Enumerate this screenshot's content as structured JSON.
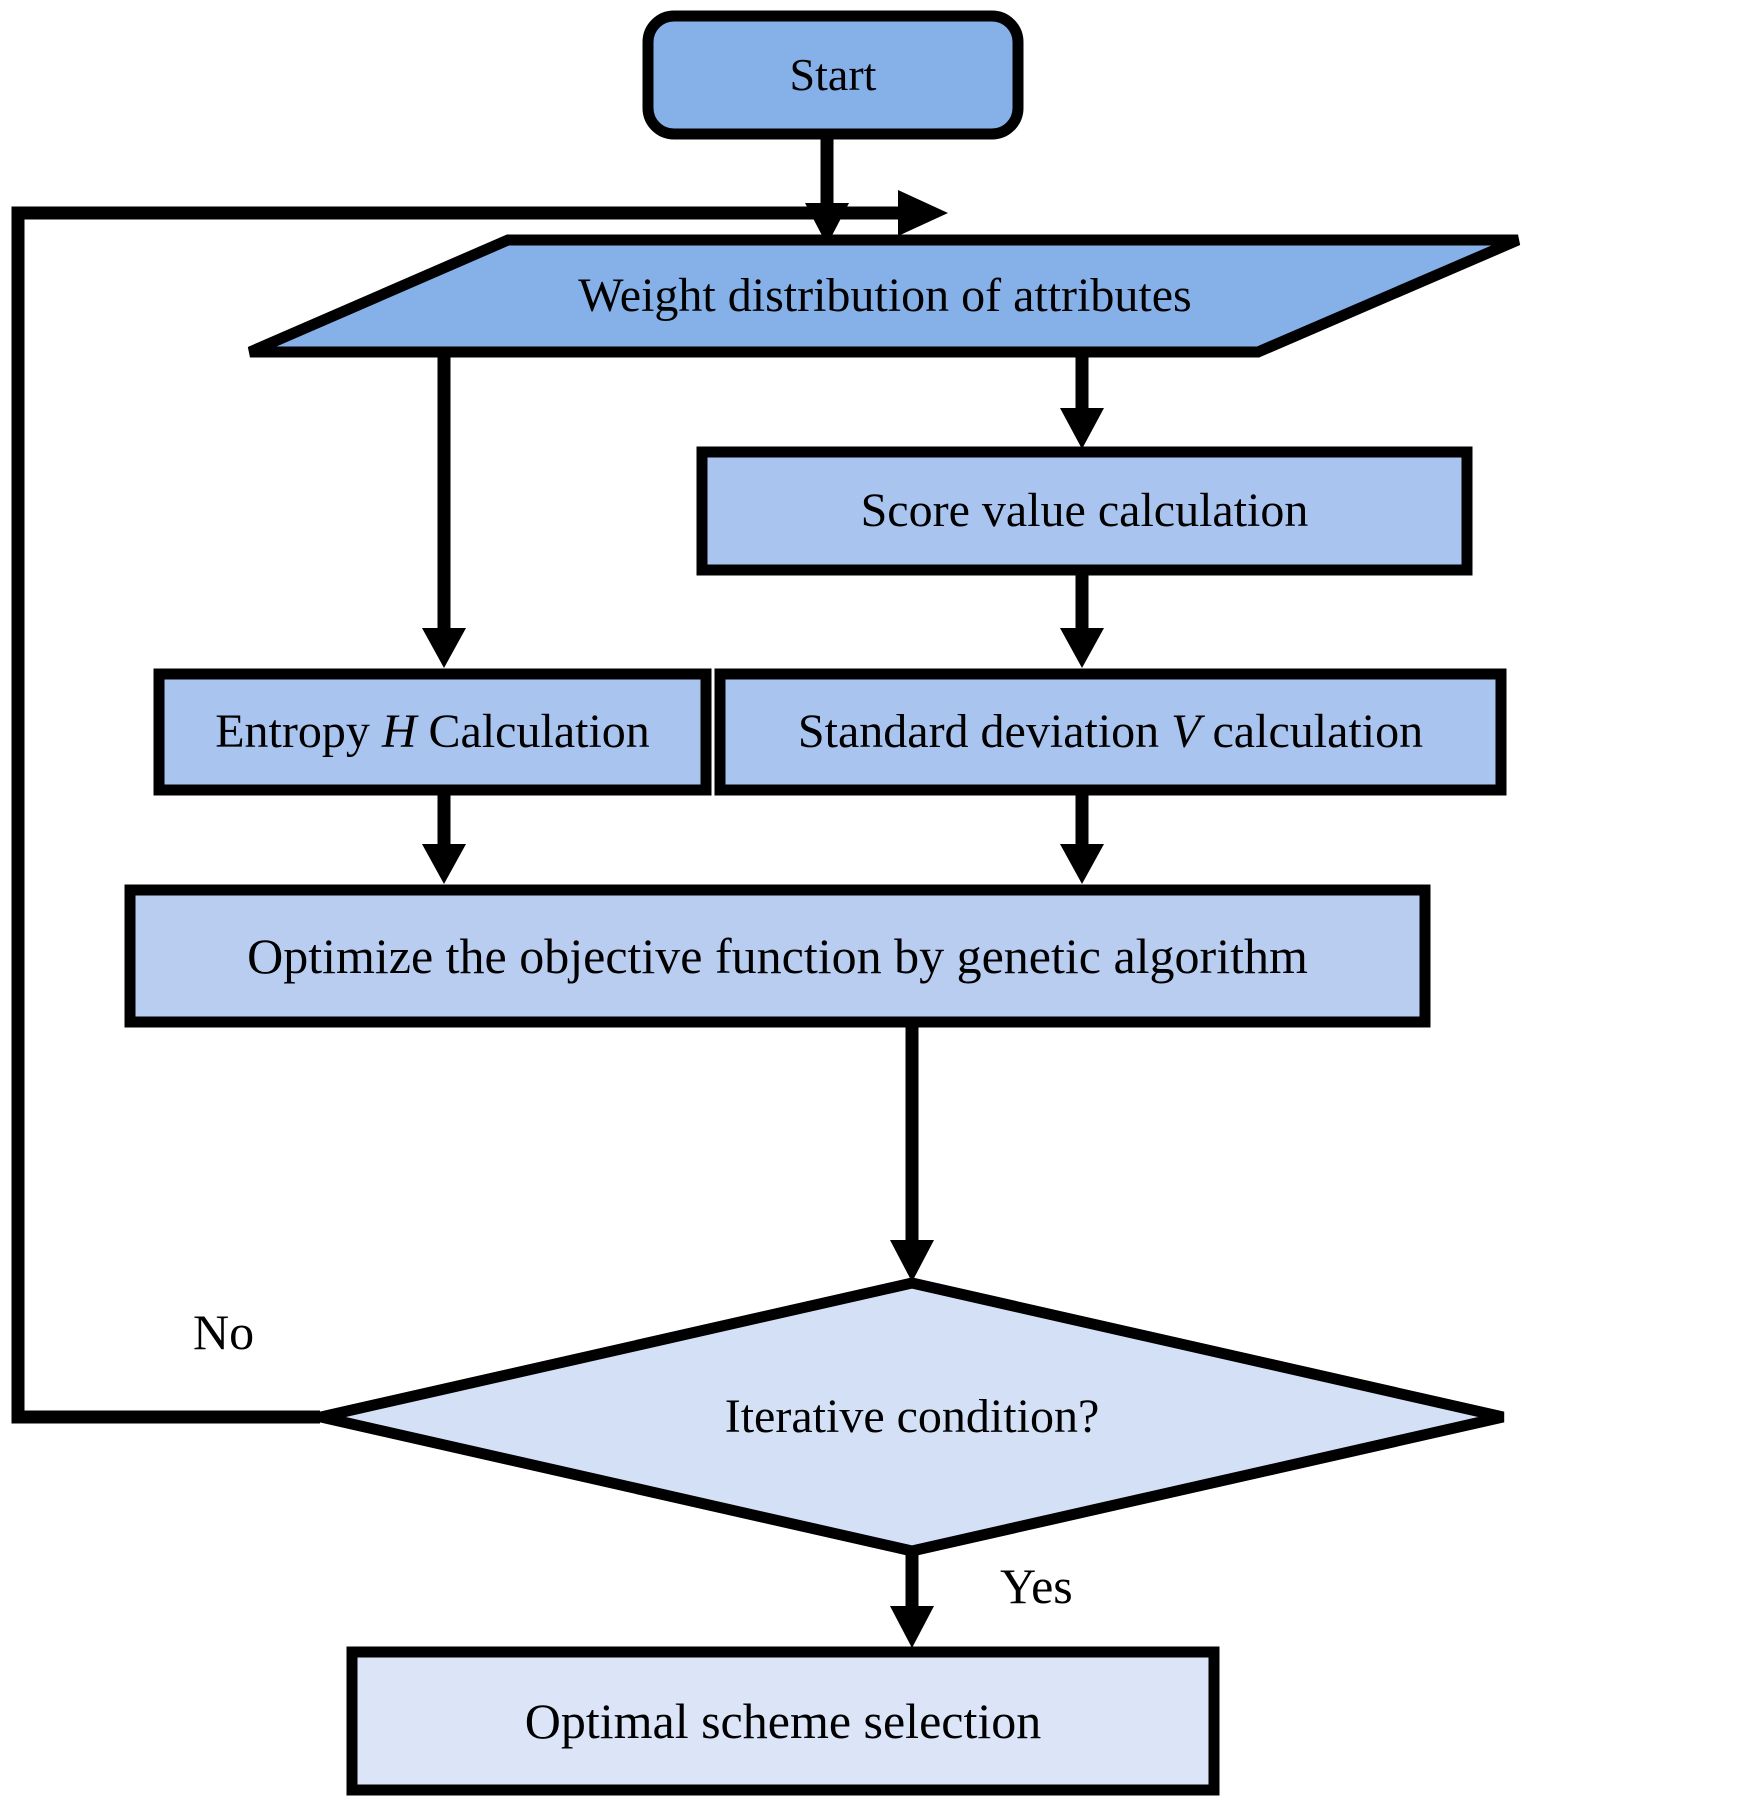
{
  "diagram": {
    "type": "flowchart",
    "title": "",
    "colors": {
      "fill_dark_blue": "#86b0e8",
      "fill_mid_blue": "#a9c4ee",
      "fill_light_blue": "#dbe5f7",
      "stroke": "#000000",
      "text": "#000000",
      "background": "#ffffff"
    },
    "nodes": [
      {
        "id": "start",
        "shape": "rounded-rectangle",
        "label": "Start",
        "fill": "#86b0e8"
      },
      {
        "id": "weight-distribution",
        "shape": "parallelogram",
        "label": "Weight distribution of attributes",
        "fill": "#86b0e8"
      },
      {
        "id": "score-value",
        "shape": "rectangle",
        "label": "Score value calculation",
        "fill": "#a9c4ee"
      },
      {
        "id": "entropy",
        "shape": "rectangle",
        "label_prefix": "Entropy ",
        "label_italic": "H",
        "label_suffix": " Calculation",
        "label": "Entropy H Calculation",
        "fill": "#a9c4ee"
      },
      {
        "id": "standard-deviation",
        "shape": "rectangle",
        "label_prefix": "Standard deviation ",
        "label_italic": "V",
        "label_suffix": " calculation",
        "label": "Standard deviation V calculation",
        "fill": "#a9c4ee"
      },
      {
        "id": "genetic-algorithm",
        "shape": "rectangle",
        "label": "Optimize the objective function by genetic algorithm",
        "fill": "#b8cdf0"
      },
      {
        "id": "iterative-condition",
        "shape": "diamond",
        "label": "Iterative condition?",
        "fill": "#d3e0f6"
      },
      {
        "id": "optimal-scheme",
        "shape": "rectangle",
        "label": "Optimal scheme selection",
        "fill": "#dbe5f7"
      }
    ],
    "edges": [
      {
        "id": "start-to-weight",
        "from": "start",
        "to": "weight-distribution",
        "label": ""
      },
      {
        "id": "weight-to-entropy",
        "from": "weight-distribution",
        "to": "entropy",
        "label": ""
      },
      {
        "id": "weight-to-score",
        "from": "weight-distribution",
        "to": "score-value",
        "label": ""
      },
      {
        "id": "score-to-stddev",
        "from": "score-value",
        "to": "standard-deviation",
        "label": ""
      },
      {
        "id": "entropy-to-ga",
        "from": "entropy",
        "to": "genetic-algorithm",
        "label": ""
      },
      {
        "id": "stddev-to-ga",
        "from": "standard-deviation",
        "to": "genetic-algorithm",
        "label": ""
      },
      {
        "id": "ga-to-condition",
        "from": "genetic-algorithm",
        "to": "iterative-condition",
        "label": ""
      },
      {
        "id": "condition-no-loop",
        "from": "iterative-condition",
        "to": "weight-distribution",
        "label": "No"
      },
      {
        "id": "condition-yes",
        "from": "iterative-condition",
        "to": "optimal-scheme",
        "label": "Yes"
      }
    ],
    "edge_labels": {
      "no": "No",
      "yes": "Yes"
    }
  }
}
